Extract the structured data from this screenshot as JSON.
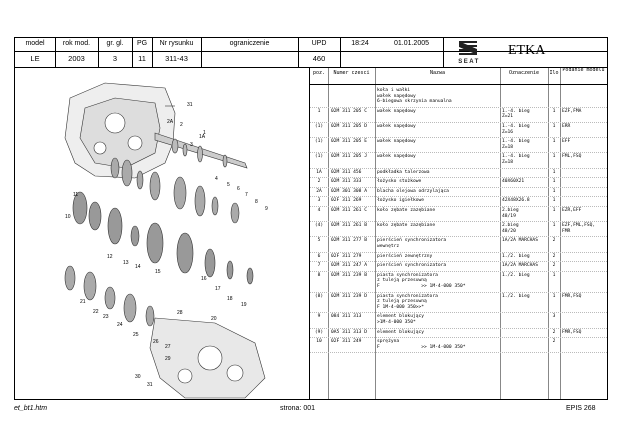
{
  "header": {
    "labels": [
      "model",
      "rok mod.",
      "gr. gl.",
      "PG",
      "Nr rysunku",
      "ograniczenie",
      "UPD"
    ],
    "values": [
      "LE",
      "2003",
      "3",
      "11",
      "311-43",
      "",
      "460"
    ],
    "time": "18:24",
    "date": "01.01.2005",
    "brand": "SEAT",
    "app_name": "ETKA"
  },
  "table": {
    "columns": [
      "poz.",
      "Numer czesci",
      "Nazwa",
      "Oznaczenie",
      "Ilo",
      "Podanie modelu"
    ],
    "rows": [
      {
        "pos": "",
        "part": "",
        "name": [
          "koła i wałki",
          "wałek napędowy",
          "6-biegowa skrzynia manualna"
        ],
        "mark": [
          ""
        ],
        "qty": "",
        "model": [
          ""
        ]
      },
      {
        "pos": "1",
        "part": "02M 311 205 C",
        "name": [
          "wałek napędowy"
        ],
        "mark": [
          "1.-4. bieg",
          "Z=21"
        ],
        "qty": "1",
        "model": [
          "EZF,FMA"
        ]
      },
      {
        "pos": "(1)",
        "part": "02M 311 205 D",
        "name": [
          "wałek napędowy"
        ],
        "mark": [
          "1.-4. bieg",
          "Z=16"
        ],
        "qty": "1",
        "model": [
          "ERR"
        ]
      },
      {
        "pos": "(1)",
        "part": "02M 311 205 E",
        "name": [
          "wałek napędowy"
        ],
        "mark": [
          "1.-4. bieg",
          "Z=18"
        ],
        "qty": "1",
        "model": [
          "EFF"
        ]
      },
      {
        "pos": "(1)",
        "part": "02M 311 205 J",
        "name": [
          "wałek napędowy"
        ],
        "mark": [
          "1.-4. bieg",
          "Z=18"
        ],
        "qty": "1",
        "model": [
          "FML,FSQ"
        ]
      },
      {
        "pos": "1A",
        "part": "02M 311 456",
        "name": [
          "podkładka talerzowa"
        ],
        "mark": [
          ""
        ],
        "qty": "1",
        "model": [
          ""
        ]
      },
      {
        "pos": "2",
        "part": "02M 311 333",
        "name": [
          "łożysko stożkowe"
        ],
        "mark": [
          "40X60X21"
        ],
        "qty": "1",
        "model": [
          ""
        ]
      },
      {
        "pos": "2A",
        "part": "02M 301 308 A",
        "name": [
          "blacha olejowa odrzylająca"
        ],
        "mark": [
          ""
        ],
        "qty": "1",
        "model": [
          ""
        ]
      },
      {
        "pos": "3",
        "part": "02F 311 269",
        "name": [
          "łożysko igiełkowe"
        ],
        "mark": [
          "42X48X26.8"
        ],
        "qty": "1",
        "model": [
          ""
        ]
      },
      {
        "pos": "4",
        "part": "02M 311 261 C",
        "name": [
          "koło zębate zazębiane"
        ],
        "mark": [
          "2.bieg",
          "48/19"
        ],
        "qty": "1",
        "model": [
          "EZR,EFF"
        ]
      },
      {
        "pos": "(4)",
        "part": "02M 311 261 B",
        "name": [
          "koło zębate zazębiane"
        ],
        "mark": [
          "2.bieg",
          "48/20"
        ],
        "qty": "1",
        "model": [
          "EZF,FML,FSQ,",
          "FMR"
        ]
      },
      {
        "pos": "5",
        "part": "02M 311 277 B",
        "name": [
          "pierścień synchronizatora",
          "wewnętrz"
        ],
        "mark": [
          "1A/2A MARCHAS"
        ],
        "qty": "2",
        "model": [
          ""
        ]
      },
      {
        "pos": "6",
        "part": "02F 311 279",
        "name": [
          "pierścień zewnętrzny"
        ],
        "mark": [
          "1./2. bieg"
        ],
        "qty": "2",
        "model": [
          ""
        ]
      },
      {
        "pos": "7",
        "part": "02M 311 247 A",
        "name": [
          "pierścień synchronizatora"
        ],
        "mark": [
          "1A/2A MARCHAS"
        ],
        "qty": "2",
        "model": [
          ""
        ]
      },
      {
        "pos": "8",
        "part": "02M 311 239 B",
        "name": [
          "piasta synchronizatora",
          "z tuleją przesuwną",
          "F               >> 1M-4-000 350*"
        ],
        "mark": [
          "1./2. bieg"
        ],
        "qty": "1",
        "model": [
          ""
        ]
      },
      {
        "pos": "(8)",
        "part": "02M 311 239 D",
        "name": [
          "piasta synchronizatora",
          "z tuleją przesuwną",
          "F 1M-4-000 350>>*"
        ],
        "mark": [
          "1./2. bieg"
        ],
        "qty": "1",
        "model": [
          "FMR,FSQ"
        ]
      },
      {
        "pos": "9",
        "part": "084 311 313",
        "name": [
          "element blokujący",
          ">1M-4-000 350*"
        ],
        "mark": [
          ""
        ],
        "qty": "3",
        "model": [
          ""
        ]
      },
      {
        "pos": "(9)",
        "part": "0A5 311 313 D",
        "name": [
          "element blokujący"
        ],
        "mark": [
          ""
        ],
        "qty": "2",
        "model": [
          "FMR,FSQ"
        ]
      },
      {
        "pos": "10",
        "part": "02F 311 249",
        "name": [
          "sprężyna",
          "F               >> 1M-4-000 350*"
        ],
        "mark": [
          ""
        ],
        "qty": "2",
        "model": [
          ""
        ]
      }
    ]
  },
  "diagram": {
    "callouts": [
      "31",
      "2A",
      "2",
      "1A",
      "3",
      "1",
      "4",
      "5",
      "6",
      "7",
      "8",
      "9",
      "10",
      "11",
      "12",
      "13",
      "14",
      "15",
      "16",
      "17",
      "18",
      "19",
      "20",
      "21",
      "22",
      "23",
      "24",
      "25",
      "26",
      "27",
      "28",
      "29",
      "30",
      "31"
    ]
  },
  "footer": {
    "file": "et_bt1.htm",
    "page": "strona: 001",
    "code": "EPIS 268"
  }
}
